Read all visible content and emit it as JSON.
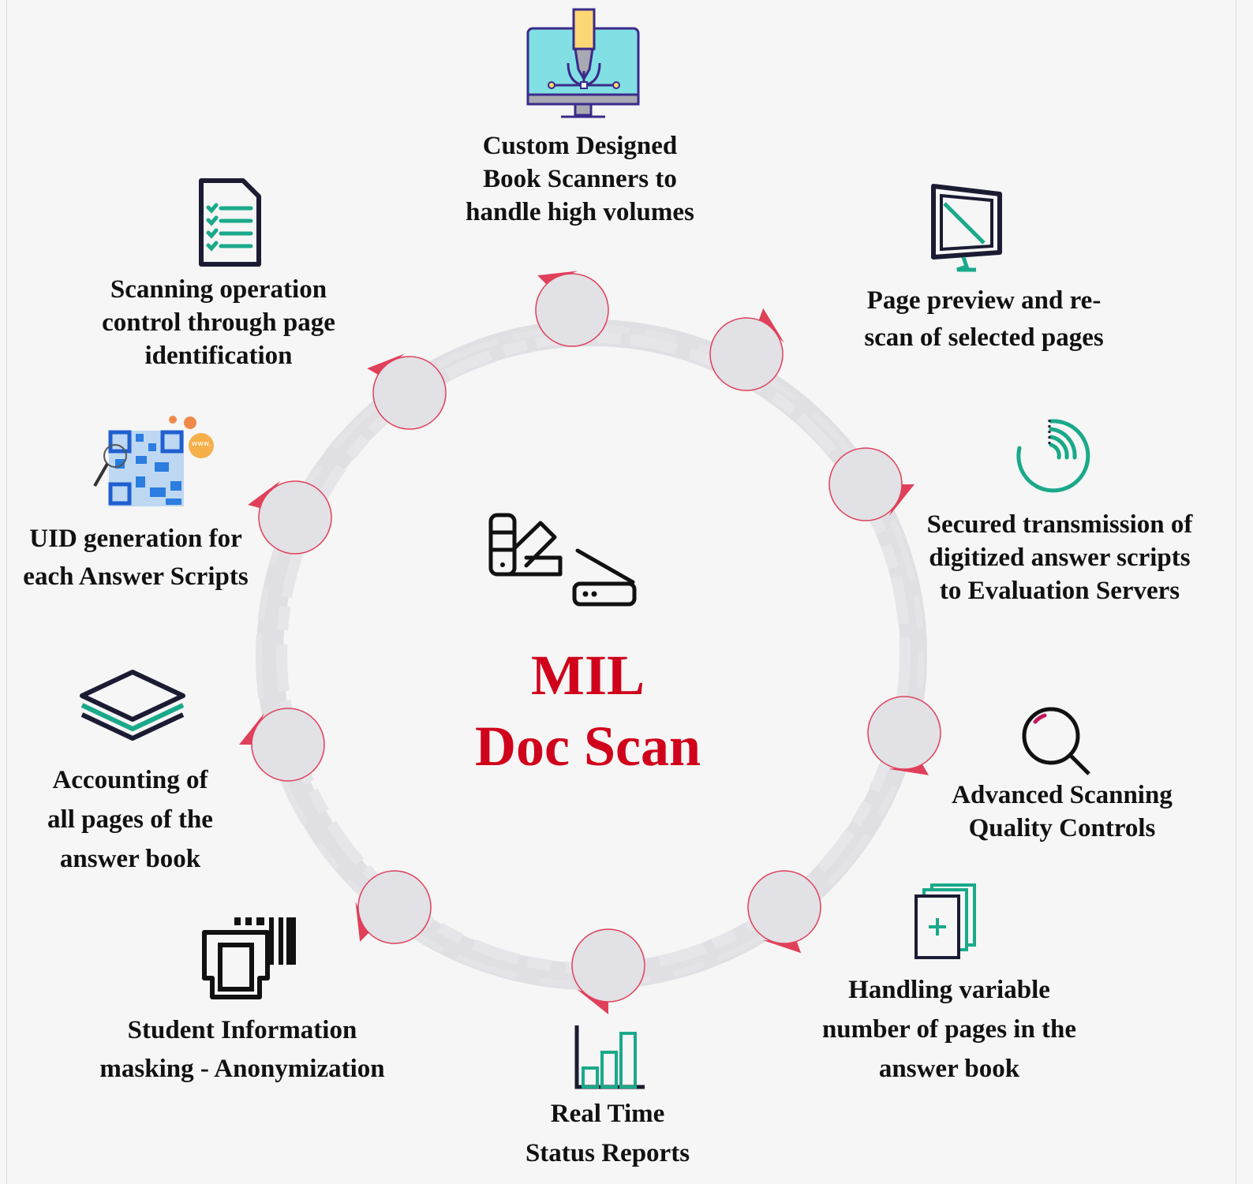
{
  "title": {
    "line1": "MIL",
    "line2": "Doc Scan"
  },
  "colors": {
    "accent": "#d0021b",
    "node_fill": "#e1e1e6",
    "pointer": "#e0405a",
    "ring": "#dcdce0",
    "teal": "#1aa98a",
    "navy": "#1b1b33"
  },
  "center_icons": [
    "color-swatch-icon",
    "scanner-icon"
  ],
  "features": [
    {
      "icon": "monitor-pen-icon",
      "lines": [
        "Custom Designed",
        "Book Scanners to",
        "handle high volumes"
      ]
    },
    {
      "icon": "monitor-preview-icon",
      "lines": [
        "Page preview and re-",
        "scan of selected pages"
      ]
    },
    {
      "icon": "secure-transmission-icon",
      "lines": [
        "Secured transmission of",
        "digitized answer scripts",
        "to Evaluation Servers"
      ]
    },
    {
      "icon": "magnifier-icon",
      "lines": [
        "Advanced Scanning",
        "Quality Controls"
      ]
    },
    {
      "icon": "add-pages-icon",
      "lines": [
        "Handling variable",
        "number of pages in the",
        "answer book"
      ]
    },
    {
      "icon": "bar-chart-icon",
      "lines": [
        "Real Time",
        "Status Reports"
      ]
    },
    {
      "icon": "id-barcode-icon",
      "lines": [
        "Student Information",
        "masking - Anonymization"
      ]
    },
    {
      "icon": "layers-icon",
      "lines": [
        "Accounting of",
        "all pages of the",
        "answer book"
      ]
    },
    {
      "icon": "qr-code-icon",
      "lines": [
        "UID generation for",
        "each Answer Scripts"
      ]
    },
    {
      "icon": "checklist-icon",
      "lines": [
        "Scanning operation",
        "control through page",
        "identification"
      ]
    }
  ],
  "qr_badge": "www."
}
